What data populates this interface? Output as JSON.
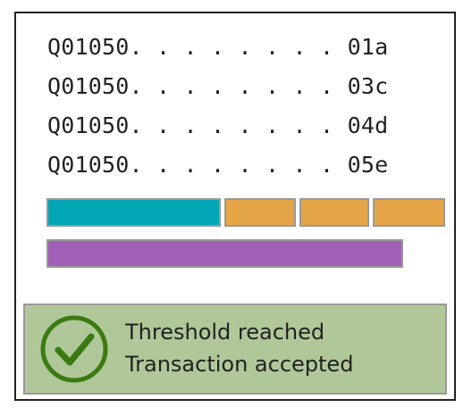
{
  "rows": [
    {
      "code": "Q01050",
      "dots": ". . . . . . . .",
      "suffix": "01a"
    },
    {
      "code": "Q01050",
      "dots": ". . . . . . . .",
      "suffix": "03c"
    },
    {
      "code": "Q01050",
      "dots": ". . . . . . . .",
      "suffix": "04d"
    },
    {
      "code": "Q01050",
      "dots": ". . . . . . . .",
      "suffix": "05e"
    }
  ],
  "bars": {
    "top": {
      "fractions": [
        0.45,
        0.185,
        0.18,
        0.185
      ],
      "colors": [
        "#03a6b4",
        "#e5a445",
        "#e5a445",
        "#e5a445"
      ]
    },
    "bottom": {
      "fraction": 0.895,
      "color": "#a25fb7"
    }
  },
  "status": {
    "line1": "Threshold reached",
    "line2": "Transaction accepted",
    "icon": "check-circle-icon",
    "bg_color": "#b0c899",
    "icon_color": "#3b7a10"
  }
}
